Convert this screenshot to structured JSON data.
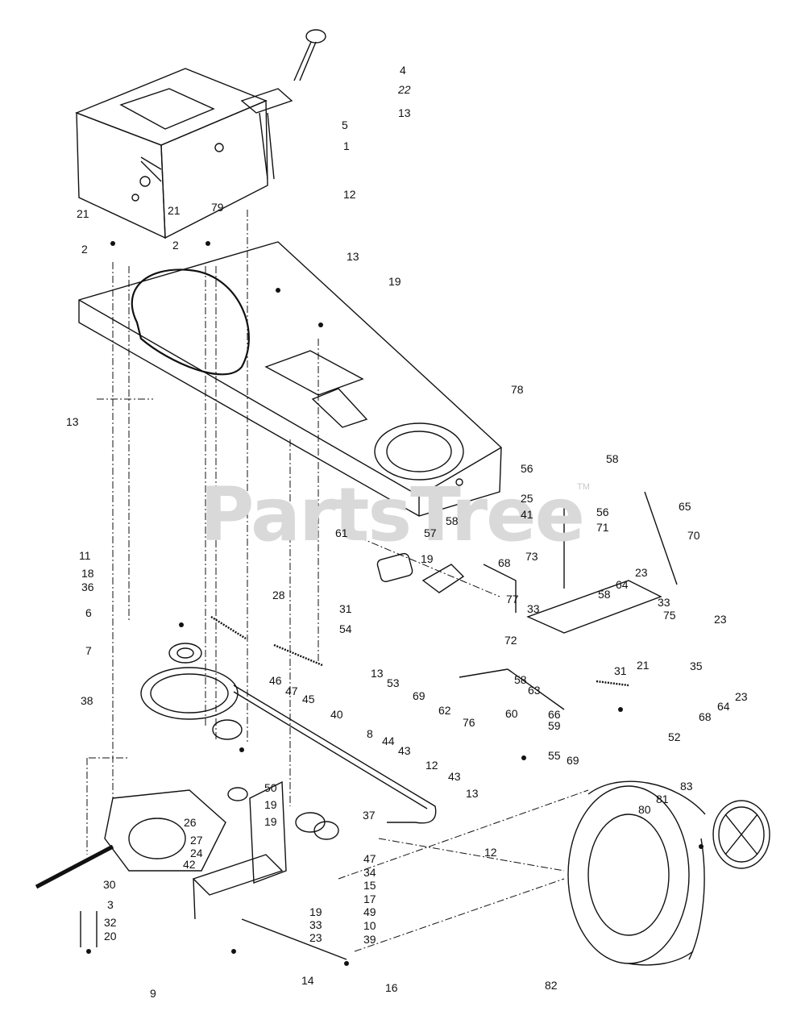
{
  "watermark": {
    "text": "PartsTree",
    "trademark": "TM"
  },
  "callouts": [
    "4",
    "22",
    "13",
    "5",
    "1",
    "12",
    "21",
    "21",
    "79",
    "2",
    "2",
    "13",
    "19",
    "78",
    "13",
    "56",
    "58",
    "25",
    "41",
    "65",
    "56",
    "71",
    "70",
    "58",
    "61",
    "57",
    "19",
    "68",
    "73",
    "11",
    "18",
    "36",
    "28",
    "6",
    "31",
    "54",
    "77",
    "33",
    "64",
    "23",
    "58",
    "33",
    "75",
    "23",
    "7",
    "13",
    "53",
    "46",
    "47",
    "45",
    "72",
    "31",
    "21",
    "35",
    "38",
    "69",
    "62",
    "58",
    "63",
    "23",
    "40",
    "76",
    "60",
    "66",
    "64",
    "68",
    "8",
    "44",
    "59",
    "43",
    "52",
    "12",
    "55",
    "69",
    "43",
    "13",
    "50",
    "83",
    "19",
    "81",
    "80",
    "37",
    "26",
    "19",
    "27",
    "12",
    "24",
    "42",
    "47",
    "34",
    "15",
    "30",
    "17",
    "3",
    "49",
    "19",
    "10",
    "32",
    "33",
    "39",
    "20",
    "23",
    "14",
    "16",
    "9",
    "82"
  ]
}
